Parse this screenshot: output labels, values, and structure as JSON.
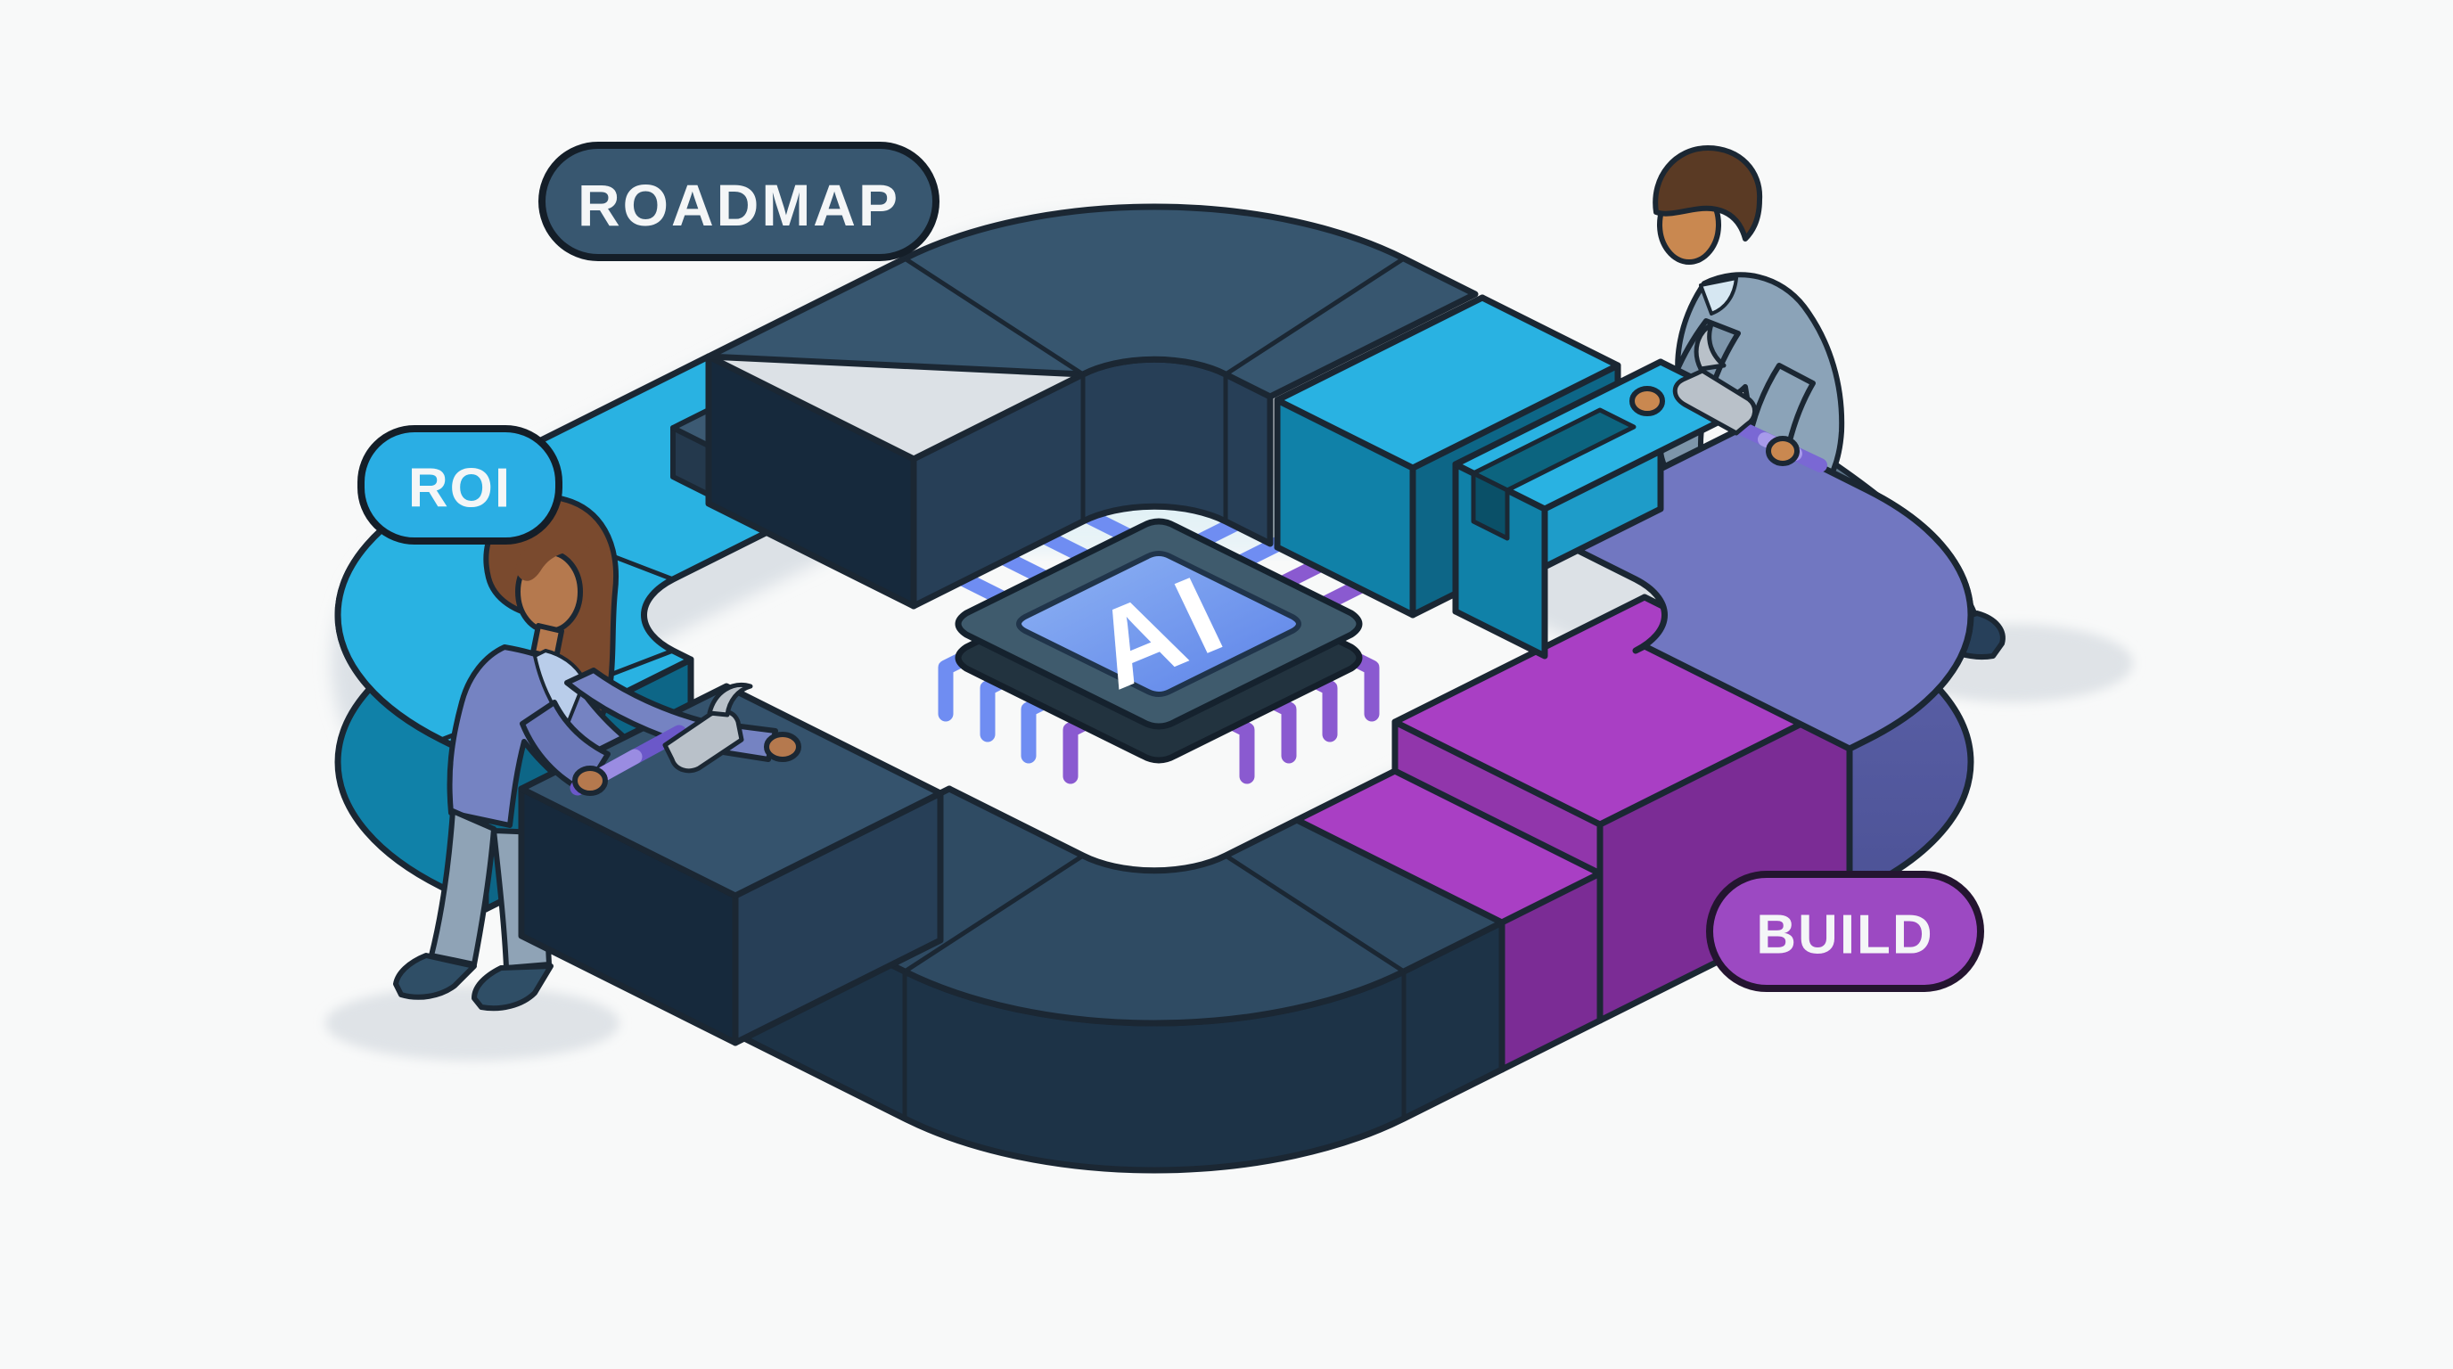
{
  "labels": {
    "roadmap": "ROADMAP",
    "roi": "ROI",
    "build": "BUILD",
    "chip": "AI"
  },
  "colors": {
    "background": "#f8f9f9",
    "navy_top": "#37566f",
    "navy_top_dark": "#2f4b63",
    "navy_wall": "#273f57",
    "navy_wall_dark": "#1d3347",
    "cyan_top": "#29b2e2",
    "cyan_wall": "#1081a8",
    "cyan_end": "#1e9cc9",
    "indigo_top": "#7177c1",
    "indigo_wall": "#545b9f",
    "magenta_top": "#a93fc4",
    "magenta_wall": "#7b2c95",
    "pill_roadmap": "#385770",
    "pill_roi": "#2aaee4",
    "pill_build": "#9c49c2",
    "chip_face_blue": "#7ba3f0",
    "pin_blue": "#6f8df2",
    "pin_purple": "#8a5ad0",
    "outline": "#1b2733",
    "shadow": "#dce1e6",
    "skin_woman": "#b5794e",
    "skin_man": "#c98850",
    "hammer_head": "#b9c1c9",
    "hammer_handle": "#6b58c9"
  },
  "icons": {
    "chip": "ai-chip-icon",
    "pins": "circuit-pin-icon",
    "hammer": "hammer-icon",
    "beam": "light-beam-effect"
  },
  "figures": {
    "left": "woman-worker-with-hammer",
    "right": "man-worker-with-hammer"
  }
}
